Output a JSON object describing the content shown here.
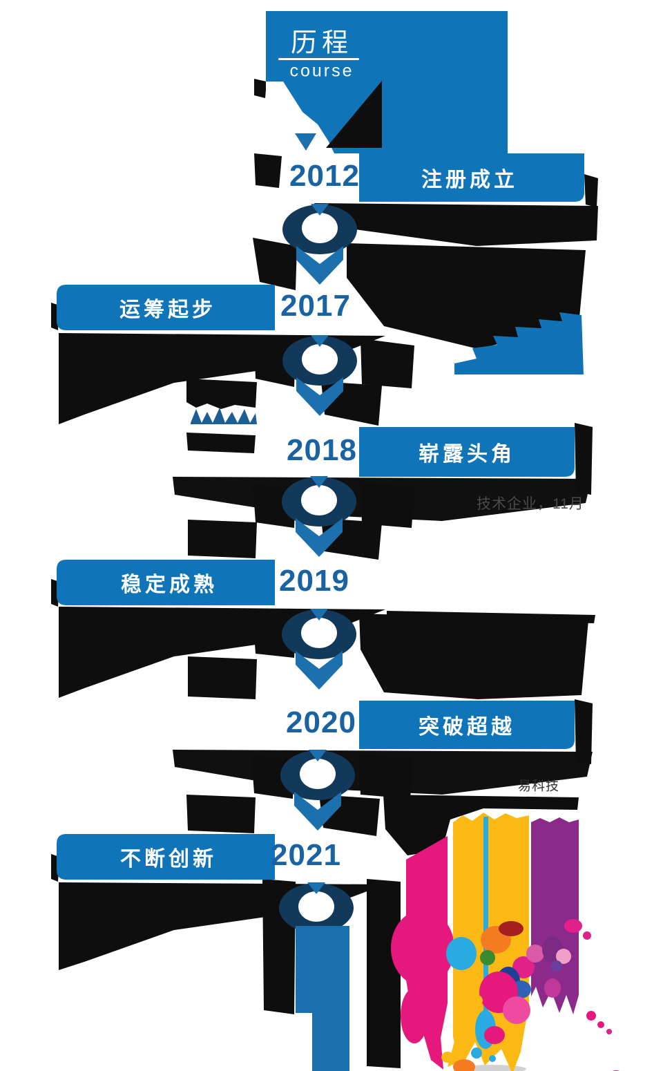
{
  "header": {
    "title": "历程",
    "subtitle": "course"
  },
  "colors": {
    "primary_blue": "#0f74b8",
    "year_blue": "#1a63a3",
    "node_navy": "#12395a",
    "arrow_blue": "#1c70ae",
    "shadow_black": "#0e0e0e",
    "splash_pink": "#e5187d",
    "splash_yellow": "#fcb813",
    "splash_cyan": "#29aae1",
    "splash_purple": "#8c2a8c"
  },
  "timeline": [
    {
      "year": "2012",
      "label": "注册成立",
      "side": "right"
    },
    {
      "year": "2017",
      "label": "运筹起步",
      "side": "left"
    },
    {
      "year": "2018",
      "label": "崭露头角",
      "side": "right",
      "visible_note_fragment": "技术企业，11月"
    },
    {
      "year": "2019",
      "label": "稳定成熟",
      "side": "left"
    },
    {
      "year": "2020",
      "label": "突破超越",
      "side": "right",
      "visible_note_fragment": "易科技"
    },
    {
      "year": "2021",
      "label": "不断创新",
      "side": "left"
    }
  ]
}
